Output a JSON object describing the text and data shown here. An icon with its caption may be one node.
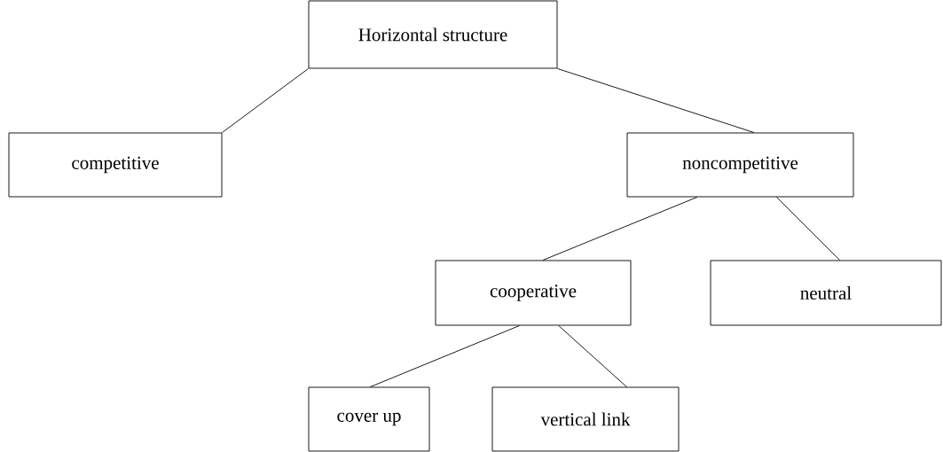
{
  "diagram": {
    "nodes": [
      {
        "text": [
          "Horizontal structure"
        ]
      },
      {
        "text": [
          "competitive"
        ]
      },
      {
        "text": [
          "noncompetitive"
        ]
      },
      {
        "text": [
          "cooperative"
        ]
      },
      {
        "text": [
          "neutral"
        ]
      },
      {
        "text": [
          "cover up"
        ]
      },
      {
        "text": [
          "vertical link"
        ]
      }
    ],
    "edges": [
      {
        "from": 0,
        "to": 1,
        "arrow": "none"
      },
      {
        "from": 0,
        "to": 2,
        "arrow": "none"
      },
      {
        "from": 2,
        "to": 3,
        "arrow": "none"
      },
      {
        "from": 2,
        "to": 4,
        "arrow": "none"
      },
      {
        "from": 3,
        "to": 5,
        "arrow": "none"
      },
      {
        "from": 3,
        "to": 6,
        "arrow": "none"
      }
    ]
  }
}
